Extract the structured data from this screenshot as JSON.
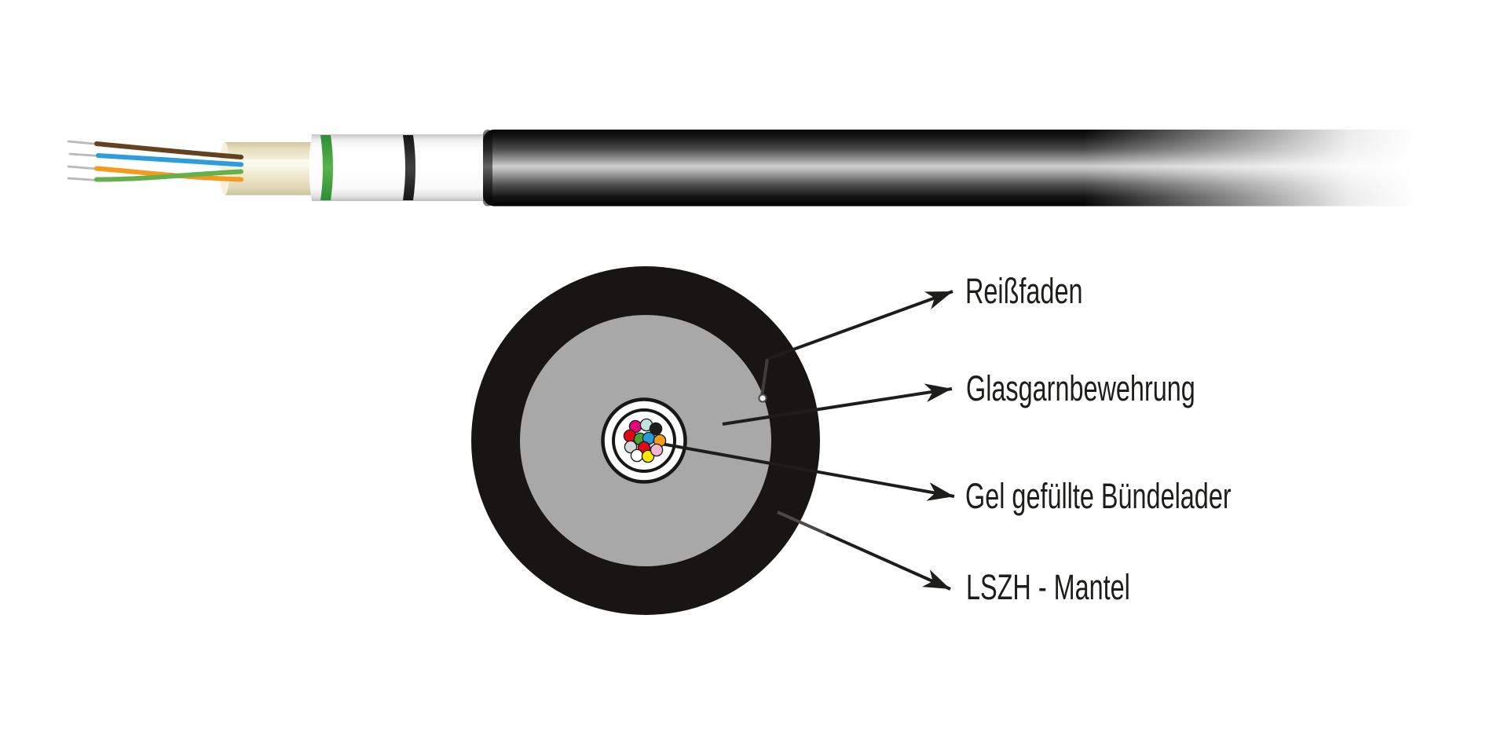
{
  "labels": {
    "ripcord": "Reißfaden",
    "glass_yarn": "Glasgarnbewehrung",
    "loose_tube": "Gel gefüllte Bündelader",
    "jacket": "LSZH - Mantel"
  },
  "colors": {
    "text": "#1d1d1b",
    "callout_line": "#1d1d1b",
    "callout_line_on_dark": "#474747",
    "jacket_black": "#171614",
    "glass_yarn_gray": "#a8a8a8",
    "bundle_ring_white": "#ffffff",
    "bundle_ring_stroke": "#181715",
    "tube_cream": "#efe8cd",
    "ring_green": "#44a33e",
    "ring_black": "#1f1f1f",
    "ripcord_dot_fill": "#f0f0f0",
    "ripcord_dot_stroke": "#4a4a4a"
  },
  "cross_section": {
    "fibers": [
      {
        "name": "magenta",
        "color": "#e5007d"
      },
      {
        "name": "turquoise",
        "color": "#c3e3e0"
      },
      {
        "name": "black",
        "color": "#1d1d1b"
      },
      {
        "name": "red",
        "color": "#e30613"
      },
      {
        "name": "green",
        "color": "#44a535"
      },
      {
        "name": "blue",
        "color": "#2699d6"
      },
      {
        "name": "orange",
        "color": "#f59c1d"
      },
      {
        "name": "grey",
        "color": "#d8d8d8"
      },
      {
        "name": "red",
        "color": "#e30613"
      },
      {
        "name": "white",
        "color": "#ffffff"
      },
      {
        "name": "yellow",
        "color": "#ffe800"
      },
      {
        "name": "pink",
        "color": "#f2b8d3"
      }
    ]
  },
  "side_view": {
    "fibers": [
      {
        "name": "brown",
        "color": "#64411f"
      },
      {
        "name": "blue",
        "color": "#2e9ddc"
      },
      {
        "name": "orange",
        "color": "#f49b1f"
      },
      {
        "name": "green",
        "color": "#66b04b"
      }
    ],
    "bare_tip_color": "#b6babd"
  }
}
